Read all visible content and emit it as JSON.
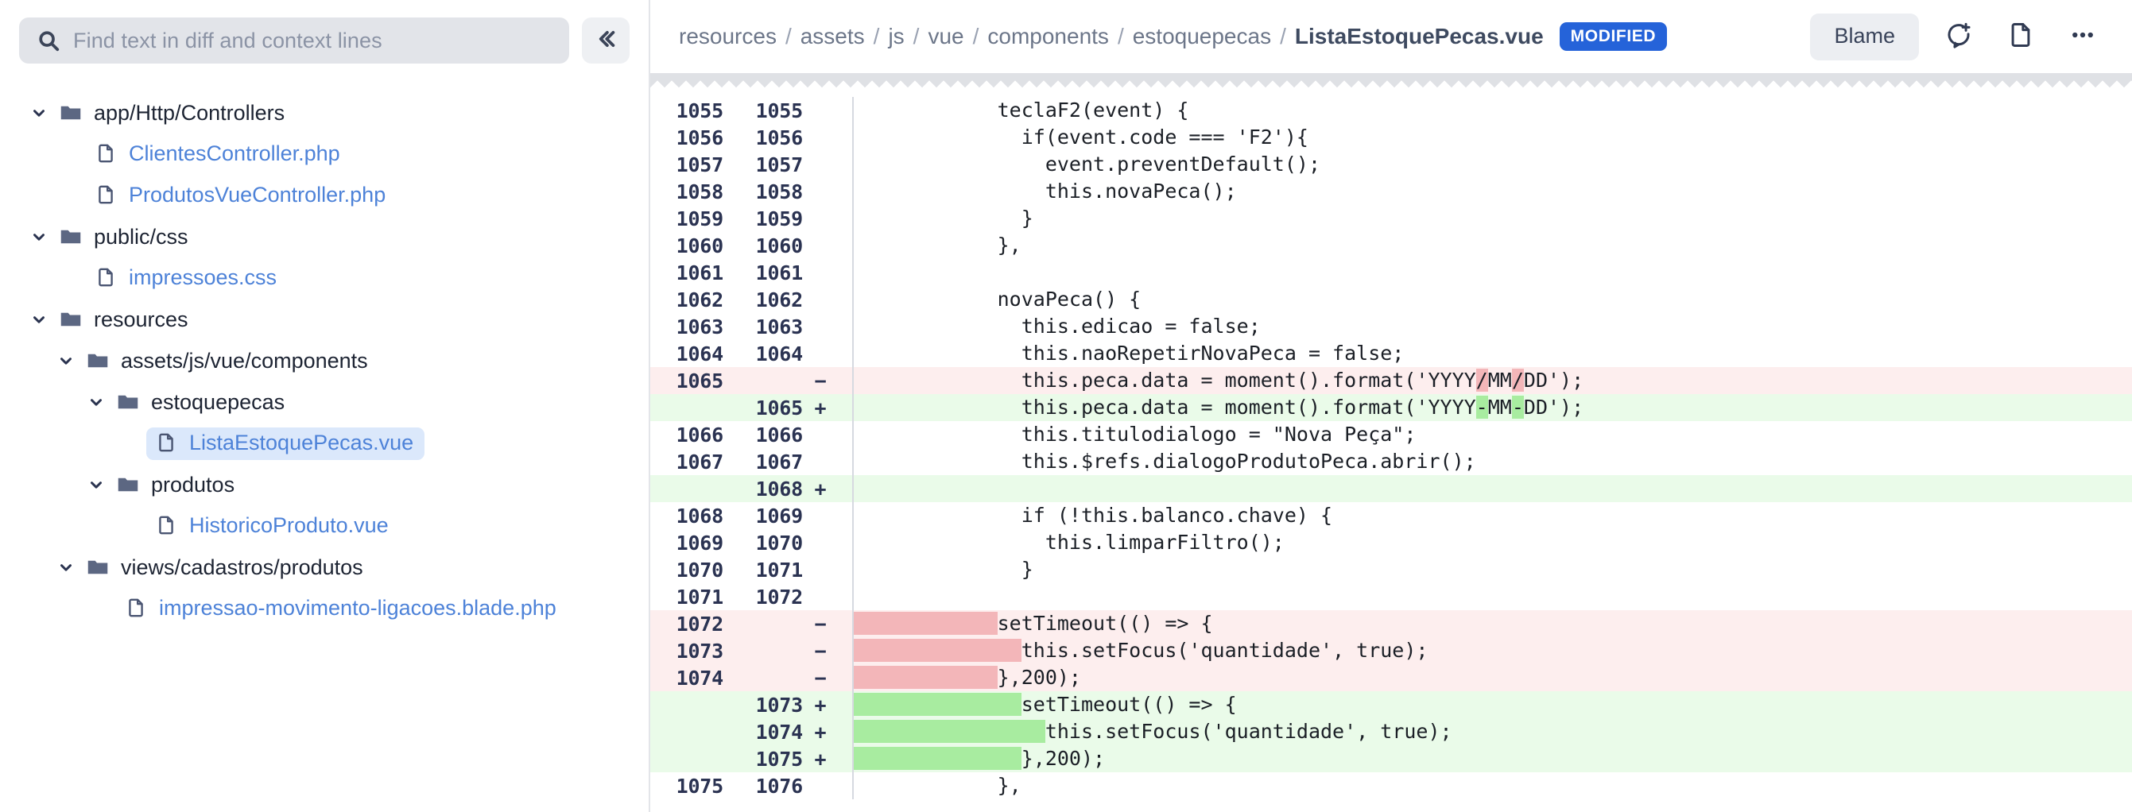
{
  "sidebar": {
    "search": {
      "placeholder": "Find text in diff and context lines",
      "icon": "search-icon",
      "value": ""
    },
    "collapse_button": {
      "icon": "chevron-double-left-icon",
      "label": "«"
    },
    "tree": [
      {
        "type": "folder",
        "depth": 0,
        "label": "app/Http/Controllers",
        "expanded": true
      },
      {
        "type": "file",
        "depth": 1,
        "label": "ClientesController.php",
        "selected": false
      },
      {
        "type": "file",
        "depth": 1,
        "label": "ProdutosVueController.php",
        "selected": false
      },
      {
        "type": "folder",
        "depth": 0,
        "label": "public/css",
        "expanded": true
      },
      {
        "type": "file",
        "depth": 1,
        "label": "impressoes.css",
        "selected": false
      },
      {
        "type": "folder",
        "depth": 0,
        "label": "resources",
        "expanded": true
      },
      {
        "type": "folder",
        "depth": 1,
        "label": "assets/js/vue/components",
        "expanded": true
      },
      {
        "type": "folder",
        "depth": 2,
        "label": "estoquepecas",
        "expanded": true
      },
      {
        "type": "file",
        "depth": 3,
        "label": "ListaEstoquePecas.vue",
        "selected": true
      },
      {
        "type": "folder",
        "depth": 2,
        "label": "produtos",
        "expanded": true
      },
      {
        "type": "file",
        "depth": 3,
        "label": "HistoricoProduto.vue",
        "selected": false
      },
      {
        "type": "folder",
        "depth": 1,
        "label": "views/cadastros/produtos",
        "expanded": true
      },
      {
        "type": "file",
        "depth": 2,
        "label": "impressao-movimento-ligacoes.blade.php",
        "selected": false
      }
    ]
  },
  "header": {
    "breadcrumb": [
      "resources",
      "assets",
      "js",
      "vue",
      "components",
      "estoquepecas"
    ],
    "separator": "/",
    "current_file": "ListaEstoquePecas.vue",
    "status_badge": "MODIFIED",
    "badge_color": "#2563d9",
    "blame_label": "Blame",
    "icons": [
      "add-comment-icon",
      "file-icon",
      "more-options-icon"
    ]
  },
  "diff": {
    "rows": [
      {
        "kind": "ctx",
        "old": "1055",
        "new": "1055",
        "sign": "",
        "code": "            teclaF2(event) {"
      },
      {
        "kind": "ctx",
        "old": "1056",
        "new": "1056",
        "sign": "",
        "code": "              if(event.code === 'F2'){"
      },
      {
        "kind": "ctx",
        "old": "1057",
        "new": "1057",
        "sign": "",
        "code": "                event.preventDefault();"
      },
      {
        "kind": "ctx",
        "old": "1058",
        "new": "1058",
        "sign": "",
        "code": "                this.novaPeca();"
      },
      {
        "kind": "ctx",
        "old": "1059",
        "new": "1059",
        "sign": "",
        "code": "              }"
      },
      {
        "kind": "ctx",
        "old": "1060",
        "new": "1060",
        "sign": "",
        "code": "            },"
      },
      {
        "kind": "ctx",
        "old": "1061",
        "new": "1061",
        "sign": "",
        "code": ""
      },
      {
        "kind": "ctx",
        "old": "1062",
        "new": "1062",
        "sign": "",
        "code": "            novaPeca() {"
      },
      {
        "kind": "ctx",
        "old": "1063",
        "new": "1063",
        "sign": "",
        "code": "              this.edicao = false;"
      },
      {
        "kind": "ctx",
        "old": "1064",
        "new": "1064",
        "sign": "",
        "code": "              this.naoRepetirNovaPeca = false;"
      },
      {
        "kind": "del",
        "old": "1065",
        "new": "",
        "sign": "−",
        "parts": [
          {
            "t": "              this.peca.data = moment().format('YYYY"
          },
          {
            "t": "/",
            "hl": "del"
          },
          {
            "t": "MM"
          },
          {
            "t": "/",
            "hl": "del"
          },
          {
            "t": "DD');"
          }
        ]
      },
      {
        "kind": "add",
        "old": "",
        "new": "1065",
        "sign": "+",
        "parts": [
          {
            "t": "              this.peca.data = moment().format('YYYY"
          },
          {
            "t": "-",
            "hl": "add"
          },
          {
            "t": "MM"
          },
          {
            "t": "-",
            "hl": "add"
          },
          {
            "t": "DD');"
          }
        ]
      },
      {
        "kind": "ctx",
        "old": "1066",
        "new": "1066",
        "sign": "",
        "code": "              this.titulodialogo = \"Nova Peça\";"
      },
      {
        "kind": "ctx",
        "old": "1067",
        "new": "1067",
        "sign": "",
        "code": "              this.$refs.dialogoProdutoPeca.abrir();"
      },
      {
        "kind": "add",
        "old": "",
        "new": "1068",
        "sign": "+",
        "code": ""
      },
      {
        "kind": "ctx",
        "old": "1068",
        "new": "1069",
        "sign": "",
        "code": "              if (!this.balanco.chave) {"
      },
      {
        "kind": "ctx",
        "old": "1069",
        "new": "1070",
        "sign": "",
        "code": "                this.limparFiltro();"
      },
      {
        "kind": "ctx",
        "old": "1070",
        "new": "1071",
        "sign": "",
        "code": "              }"
      },
      {
        "kind": "ctx",
        "old": "1071",
        "new": "1072",
        "sign": "",
        "code": ""
      },
      {
        "kind": "del",
        "old": "1072",
        "new": "",
        "sign": "−",
        "parts": [
          {
            "t": "            ",
            "hl": "del"
          },
          {
            "t": "setTimeout(() => {"
          }
        ]
      },
      {
        "kind": "del",
        "old": "1073",
        "new": "",
        "sign": "−",
        "parts": [
          {
            "t": "              ",
            "hl": "del"
          },
          {
            "t": "this.setFocus('quantidade', true);"
          }
        ]
      },
      {
        "kind": "del",
        "old": "1074",
        "new": "",
        "sign": "−",
        "parts": [
          {
            "t": "            ",
            "hl": "del"
          },
          {
            "t": "},200);"
          }
        ]
      },
      {
        "kind": "add",
        "old": "",
        "new": "1073",
        "sign": "+",
        "parts": [
          {
            "t": "              ",
            "hl": "add"
          },
          {
            "t": "setTimeout(() => {"
          }
        ]
      },
      {
        "kind": "add",
        "old": "",
        "new": "1074",
        "sign": "+",
        "parts": [
          {
            "t": "                ",
            "hl": "add"
          },
          {
            "t": "this.setFocus('quantidade', true);"
          }
        ]
      },
      {
        "kind": "add",
        "old": "",
        "new": "1075",
        "sign": "+",
        "parts": [
          {
            "t": "              ",
            "hl": "add"
          },
          {
            "t": "},200);"
          }
        ]
      },
      {
        "kind": "ctx",
        "old": "1075",
        "new": "1076",
        "sign": "",
        "code": "            },"
      }
    ]
  },
  "colors": {
    "accent": "#2563d9",
    "link": "#4d82d8",
    "del_bg": "#fdeeee",
    "add_bg": "#eafbe9",
    "del_word": "#f3b6b9",
    "add_word": "#a8eca0",
    "selected_row": "#dbe8fb"
  }
}
